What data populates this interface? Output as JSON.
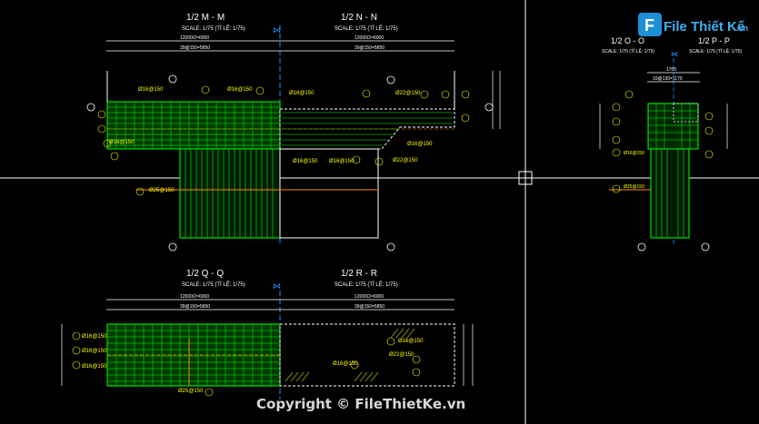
{
  "watermark": {
    "logo_text": "File Thiết Kế",
    "logo_suffix": ".vn",
    "copyright": "Copyright © FileThietKe.vn"
  },
  "sections": {
    "mm": {
      "title": "1/2 M - M",
      "scale": "SCALE: 1/75 (TỈ LỆ: 1/75)",
      "dim1": "12000/2=6000",
      "dim2": "39@150=5850"
    },
    "nn": {
      "title": "1/2 N - N",
      "scale": "SCALE: 1/75 (TỈ LỆ: 1/75)",
      "dim1": "12000/2=6000",
      "dim2": "39@150=5850"
    },
    "oo": {
      "title": "1/2 O - O",
      "scale": "SCALE: 1/75 (TỈ LỆ: 1/75)",
      "dim1": "1700",
      "dim2": "10@130=1170"
    },
    "pp": {
      "title": "1/2 P - P",
      "scale": "SCALE: 1/75 (TỈ LỆ: 1/75)"
    },
    "qq": {
      "title": "1/2 Q - Q",
      "scale": "SCALE: 1/75 (TỈ LỆ: 1/75)",
      "dim1": "12000/2=6000",
      "dim2": "39@150=5850"
    },
    "rr": {
      "title": "1/2 R - R",
      "scale": "SCALE: 1/75 (TỈ LỆ: 1/75)",
      "dim1": "12000/2=6000",
      "dim2": "39@150=5850"
    }
  },
  "rebar_labels": {
    "a": "Ø16@150",
    "b": "Ø22@150",
    "c": "Ø25@150",
    "d": "Ø16@150"
  },
  "colors": {
    "background": "#000000",
    "rebar": "#00ff00",
    "dimension": "#ffffff",
    "title": "#ffffff",
    "label": "#ffff00",
    "center_line": "#ff8c00",
    "blue_marker": "#1e90ff"
  }
}
